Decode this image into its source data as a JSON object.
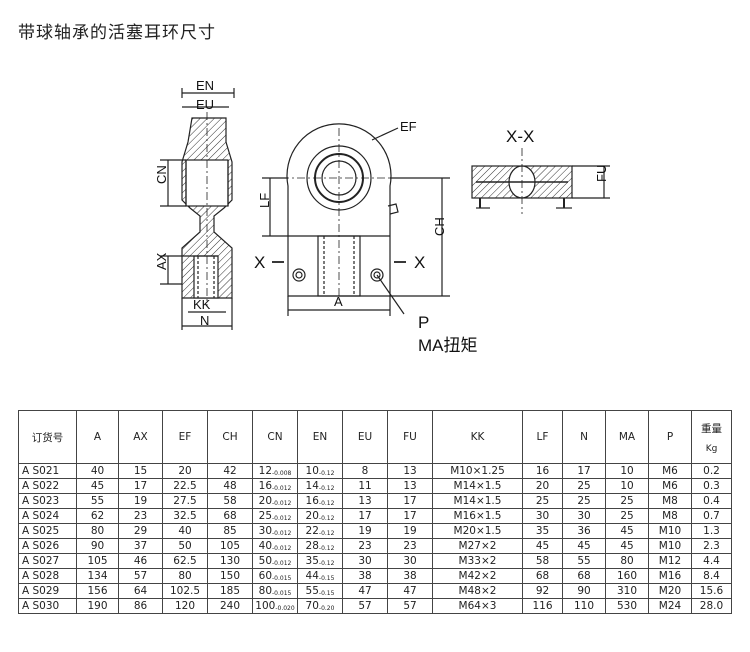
{
  "title": "带球轴承的活塞耳环尺寸",
  "drawing": {
    "labels": {
      "en": "EN",
      "eu": "EU",
      "cn": "CN",
      "ax": "AX",
      "kk": "KK",
      "n": "N",
      "ef": "EF",
      "lf": "LF",
      "ch": "CH",
      "x_left": "X",
      "x_right": "X",
      "a": "A",
      "p": "P",
      "ma": "MA扭矩",
      "section": "X-X",
      "fu": "FU"
    }
  },
  "table": {
    "headers": [
      "订货号",
      "A",
      "AX",
      "EF",
      "CH",
      "CN",
      "EN",
      "EU",
      "FU",
      "KK",
      "LF",
      "N",
      "MA",
      "P"
    ],
    "weight_header": {
      "line1": "重量",
      "line2": "Kg"
    },
    "rows": [
      {
        "code": "A S021",
        "a": "40",
        "ax": "15",
        "ef": "20",
        "ch": "42",
        "cn": "12",
        "cn_tol": "-0.008",
        "en": "10",
        "en_tol": "-0.12",
        "eu": "8",
        "fu": "13",
        "kk": "M10×1.25",
        "lf": "16",
        "n": "17",
        "ma": "10",
        "p": "M6",
        "kg": "0.2"
      },
      {
        "code": "A S022",
        "a": "45",
        "ax": "17",
        "ef": "22.5",
        "ch": "48",
        "cn": "16",
        "cn_tol": "-0.012",
        "en": "14",
        "en_tol": "-0.12",
        "eu": "11",
        "fu": "13",
        "kk": "M14×1.5",
        "lf": "20",
        "n": "25",
        "ma": "10",
        "p": "M6",
        "kg": "0.3"
      },
      {
        "code": "A S023",
        "a": "55",
        "ax": "19",
        "ef": "27.5",
        "ch": "58",
        "cn": "20",
        "cn_tol": "-0.012",
        "en": "16",
        "en_tol": "-0.12",
        "eu": "13",
        "fu": "17",
        "kk": "M14×1.5",
        "lf": "25",
        "n": "25",
        "ma": "25",
        "p": "M8",
        "kg": "0.4"
      },
      {
        "code": "A S024",
        "a": "62",
        "ax": "23",
        "ef": "32.5",
        "ch": "68",
        "cn": "25",
        "cn_tol": "-0.012",
        "en": "20",
        "en_tol": "-0.12",
        "eu": "17",
        "fu": "17",
        "kk": "M16×1.5",
        "lf": "30",
        "n": "30",
        "ma": "25",
        "p": "M8",
        "kg": "0.7"
      },
      {
        "code": "A S025",
        "a": "80",
        "ax": "29",
        "ef": "40",
        "ch": "85",
        "cn": "30",
        "cn_tol": "-0.012",
        "en": "22",
        "en_tol": "-0.12",
        "eu": "19",
        "fu": "19",
        "kk": "M20×1.5",
        "lf": "35",
        "n": "36",
        "ma": "45",
        "p": "M10",
        "kg": "1.3"
      },
      {
        "code": "A S026",
        "a": "90",
        "ax": "37",
        "ef": "50",
        "ch": "105",
        "cn": "40",
        "cn_tol": "-0.012",
        "en": "28",
        "en_tol": "-0.12",
        "eu": "23",
        "fu": "23",
        "kk": "M27×2",
        "lf": "45",
        "n": "45",
        "ma": "45",
        "p": "M10",
        "kg": "2.3"
      },
      {
        "code": "A S027",
        "a": "105",
        "ax": "46",
        "ef": "62.5",
        "ch": "130",
        "cn": "50",
        "cn_tol": "-0.012",
        "en": "35",
        "en_tol": "-0.12",
        "eu": "30",
        "fu": "30",
        "kk": "M33×2",
        "lf": "58",
        "n": "55",
        "ma": "80",
        "p": "M12",
        "kg": "4.4"
      },
      {
        "code": "A S028",
        "a": "134",
        "ax": "57",
        "ef": "80",
        "ch": "150",
        "cn": "60",
        "cn_tol": "-0.015",
        "en": "44",
        "en_tol": "-0.15",
        "eu": "38",
        "fu": "38",
        "kk": "M42×2",
        "lf": "68",
        "n": "68",
        "ma": "160",
        "p": "M16",
        "kg": "8.4"
      },
      {
        "code": "A S029",
        "a": "156",
        "ax": "64",
        "ef": "102.5",
        "ch": "185",
        "cn": "80",
        "cn_tol": "-0.015",
        "en": "55",
        "en_tol": "-0.15",
        "eu": "47",
        "fu": "47",
        "kk": "M48×2",
        "lf": "92",
        "n": "90",
        "ma": "310",
        "p": "M20",
        "kg": "15.6"
      },
      {
        "code": "A S030",
        "a": "190",
        "ax": "86",
        "ef": "120",
        "ch": "240",
        "cn": "100",
        "cn_tol": "-0.020",
        "en": "70",
        "en_tol": "-0.20",
        "eu": "57",
        "fu": "57",
        "kk": "M64×3",
        "lf": "116",
        "n": "110",
        "ma": "530",
        "p": "M24",
        "kg": "28.0"
      }
    ]
  }
}
